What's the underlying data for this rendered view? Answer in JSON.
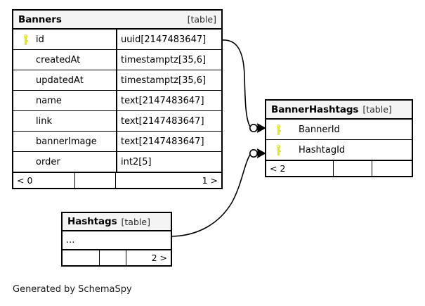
{
  "diagram": {
    "kind": "entity-relationship-diagram",
    "generator_note": "Generated by SchemaSpy",
    "table_tag": "[table]",
    "background": "#ffffff",
    "line_color": "#000000",
    "key_color": "#e8e800",
    "header_fill": "#f4f4f4"
  },
  "tables": {
    "banners": {
      "name": "Banners",
      "tag": "[table]",
      "columns": [
        {
          "key": true,
          "name": "id",
          "type": "uuid[2147483647]"
        },
        {
          "key": false,
          "name": "createdAt",
          "type": "timestamptz[35,6]"
        },
        {
          "key": false,
          "name": "updatedAt",
          "type": "timestamptz[35,6]"
        },
        {
          "key": false,
          "name": "name",
          "type": "text[2147483647]"
        },
        {
          "key": false,
          "name": "link",
          "type": "text[2147483647]"
        },
        {
          "key": false,
          "name": "bannerImage",
          "type": "text[2147483647]"
        },
        {
          "key": false,
          "name": "order",
          "type": "int2[5]"
        }
      ],
      "footer": {
        "left": "< 0",
        "middle": "",
        "right": "1 >"
      }
    },
    "bannerHashtags": {
      "name": "BannerHashtags",
      "tag": "[table]",
      "columns": [
        {
          "key": true,
          "name": "BannerId",
          "type": ""
        },
        {
          "key": true,
          "name": "HashtagId",
          "type": ""
        }
      ],
      "footer": {
        "left": "< 2",
        "middle": "",
        "right": ""
      }
    },
    "hashtags": {
      "name": "Hashtags",
      "tag": "[table]",
      "columns": [
        {
          "key": false,
          "name": "...",
          "type": ""
        }
      ],
      "footer": {
        "left": "",
        "middle": "",
        "right": "2 >"
      }
    }
  },
  "relationships": [
    {
      "name": "banners-to-bannerhashtags",
      "from_table": "Banners",
      "from_column": "id",
      "to_table": "BannerHashtags",
      "to_column": "BannerId",
      "from_cardinality": "zero",
      "to_cardinality": "many"
    },
    {
      "name": "hashtags-to-bannerhashtags",
      "from_table": "Hashtags",
      "from_column": "...",
      "to_table": "BannerHashtags",
      "to_column": "HashtagId",
      "from_cardinality": "zero",
      "to_cardinality": "many"
    }
  ]
}
